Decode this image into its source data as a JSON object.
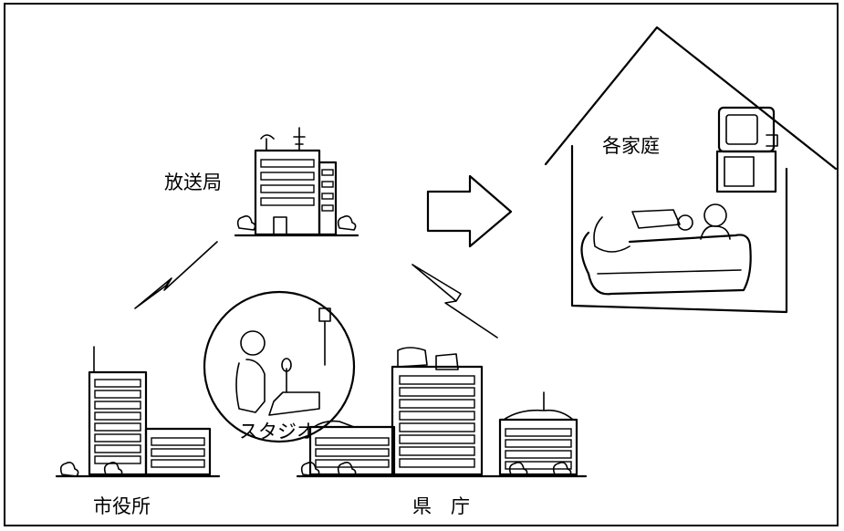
{
  "labels": {
    "station": "放送局",
    "home": "各家庭",
    "studio": "スタジオ",
    "city_hall": "市役所",
    "prefecture": "県　庁"
  },
  "icons": [
    "broadcast-station-building",
    "house-with-tv",
    "studio-announcer",
    "city-hall-building",
    "prefectural-office-building",
    "wireless-signal-icon",
    "arrow-right-icon"
  ]
}
